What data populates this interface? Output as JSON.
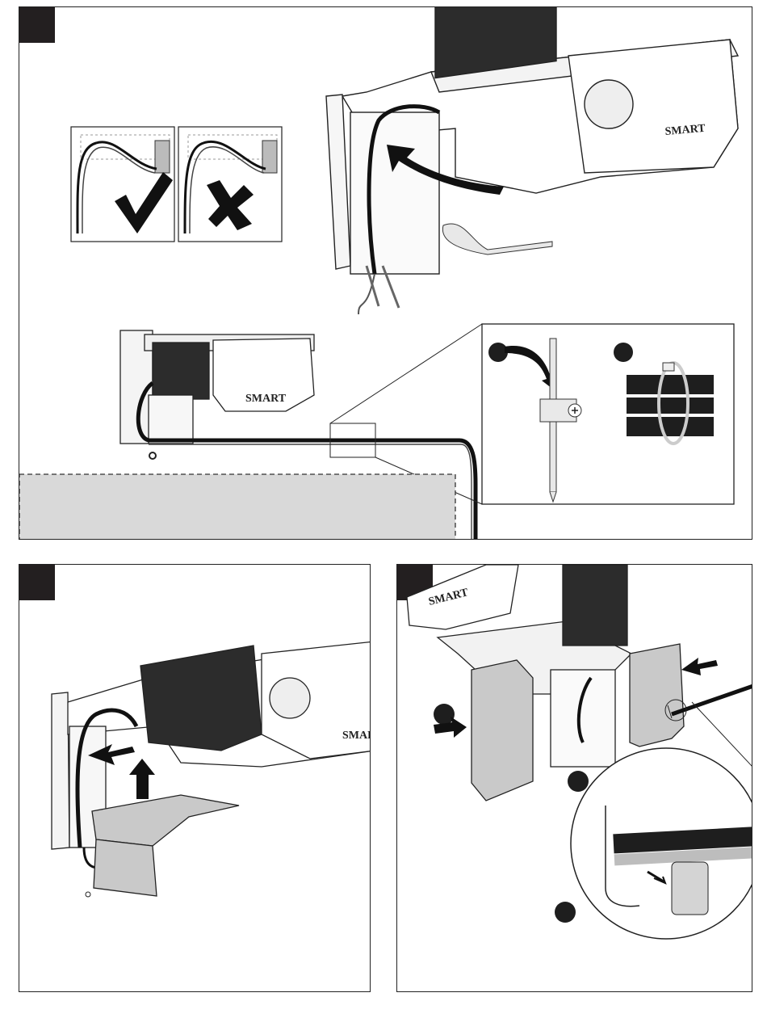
{
  "brand": {
    "logo_text": "SMART"
  },
  "panels": [
    {
      "step_badge": "",
      "content": "projector mount cable routing overview"
    },
    {
      "step_badge": "",
      "content": "cable routing and lower cover installation"
    },
    {
      "step_badge": "",
      "content": "side covers installation with detail callout"
    }
  ],
  "icons": {
    "correct": "checkmark-icon",
    "incorrect": "cross-icon",
    "arrow": "direction-arrow-icon",
    "screw": "screw-icon"
  },
  "colors": {
    "line": "#222222",
    "fill_dark": "#1e1e1e",
    "wall": "#d9d9d9",
    "cover": "#c9c9c9"
  }
}
